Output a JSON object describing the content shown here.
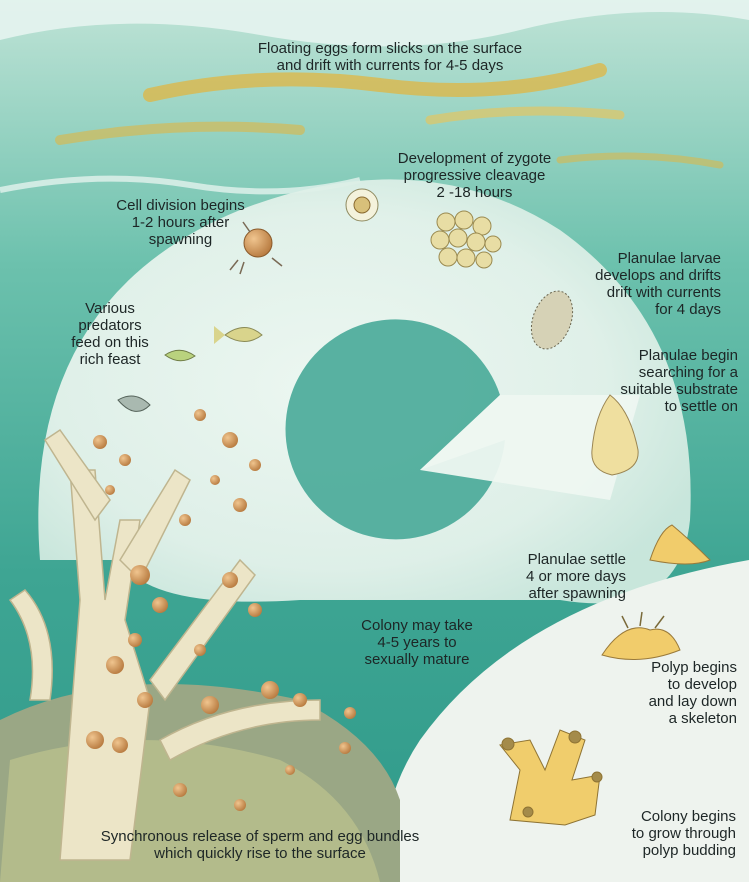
{
  "colors": {
    "sea_dark": "#2f9a8a",
    "sea_mid": "#6cc1ad",
    "sea_light": "#bfe3d6",
    "surface_gold": "#e0b642",
    "pale": "#eef7f1",
    "coral": "#e9e3c8",
    "egg": "#c78a4f",
    "text": "#1d2626"
  },
  "icons": [
    "surface-waves-icon",
    "zygote-cell-icon",
    "cleavage-morula-icon",
    "dividing-cell-icon",
    "planula-larva-icon",
    "settling-planula-icon",
    "settled-planula-icon",
    "young-polyp-icon",
    "polyp-colony-icon",
    "fish-icon",
    "coral-branch-icon",
    "egg-bundle-icon"
  ],
  "labels": {
    "surface": "Floating eggs form slicks on the surface\nand drift with currents for 4-5 days",
    "zygote": "Development of zygote\nprogressive cleavage\n2 -18 hours",
    "cell_division": "Cell division begins\n1-2 hours after\nspawning",
    "planulae_drift": "Planulae larvae\ndevelops and drifts\ndrift with currents\nfor 4 days",
    "predators": "Various\npredators\nfeed on this\nrich feast",
    "searching": "Planulae begin\nsearching for a\nsuitable substrate\nto settle on",
    "settle": "Planulae settle\n4 or more days\nafter spawning",
    "colony_mature": "Colony may take\n4-5 years to\nsexually mature",
    "polyp_develop": "Polyp begins\nto develop\nand lay down\na skeleton",
    "colony_grow": "Colony begins\nto grow through\npolyp budding",
    "release": "Synchronous release of sperm and egg bundles\nwhich quickly rise to the surface"
  }
}
